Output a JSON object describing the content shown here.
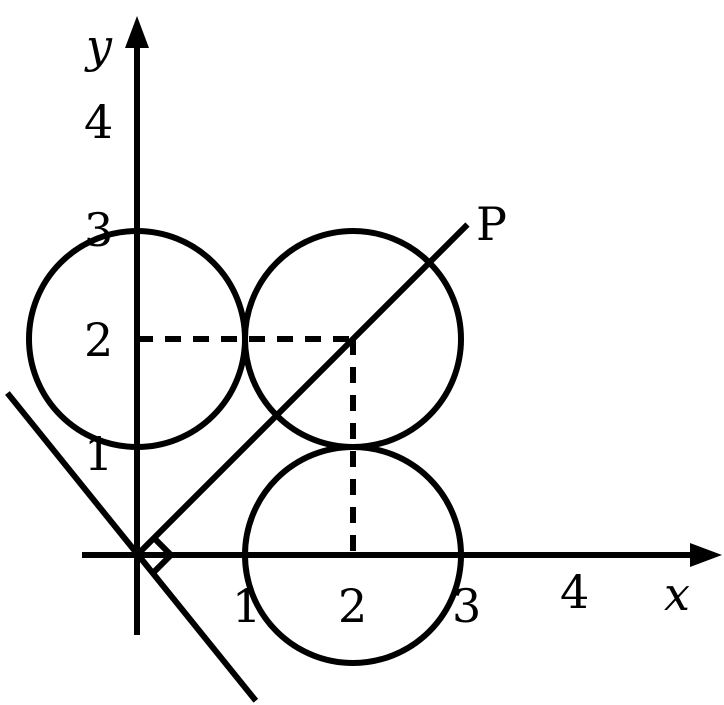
{
  "axes": {
    "x_label": "x",
    "y_label": "y",
    "x_ticks": [
      "1",
      "2",
      "3",
      "4"
    ],
    "y_ticks": [
      "1",
      "2",
      "3",
      "4"
    ]
  },
  "circles": [
    {
      "center": [
        0,
        2
      ],
      "radius": 1
    },
    {
      "center": [
        2,
        2
      ],
      "radius": 1
    },
    {
      "center": [
        2,
        0
      ],
      "radius": 1
    }
  ],
  "lines": {
    "ray_op": {
      "from": [
        0,
        0
      ],
      "to": [
        3.06,
        3.06
      ],
      "label": "P"
    },
    "perpendicular": {
      "from": [
        -1.2,
        1.5
      ],
      "to": [
        1.1,
        -1.35
      ]
    }
  },
  "guides": {
    "dashed_point": [
      2,
      2
    ]
  }
}
